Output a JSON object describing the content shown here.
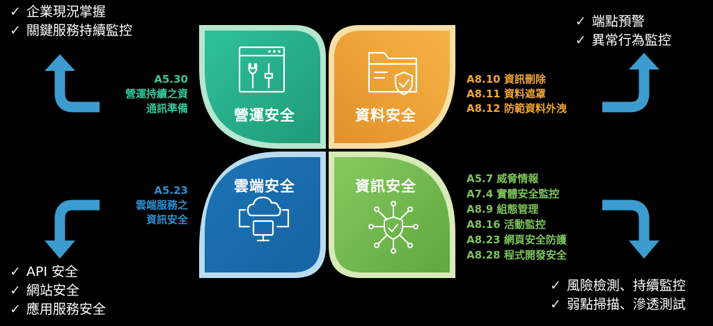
{
  "colors": {
    "background": "#000000",
    "operations": "#2bb58e",
    "data": "#f0a535",
    "cloud": "#1e7fc0",
    "info": "#7bbf57",
    "arrow": "#3d9ccf",
    "text_operations": "#33c79a",
    "text_data": "#f0a535",
    "text_cloud": "#2d8fd1",
    "text_info": "#7ec45a"
  },
  "petals": {
    "operations": {
      "label": "營運安全",
      "icon": "tools-window-icon"
    },
    "data": {
      "label": "資料安全",
      "icon": "folder-shield-icon"
    },
    "cloud": {
      "label": "雲端安全",
      "icon": "cloud-computer-icon"
    },
    "info": {
      "label": "資訊安全",
      "icon": "network-shield-icon"
    }
  },
  "refs": {
    "operations": [
      "A5.30",
      "營運持續之資",
      "通訊準備"
    ],
    "data": [
      "A8.10 資訊刪除",
      "A8.11 資料遮罩",
      "A8.12 防範資料外洩"
    ],
    "cloud": [
      "A5.23",
      "雲端服務之",
      "資訊安全"
    ],
    "info": [
      "A5.7 威脅情報",
      "A7.4 實體安全監控",
      "A8.9 組態管理",
      "A8.16 活動監控",
      "A8.23 網頁安全防護",
      "A8.28 程式開發安全"
    ]
  },
  "outcomes": {
    "top_left": [
      "企業現況掌握",
      "關鍵服務持續監控"
    ],
    "top_right": [
      "端點預警",
      "異常行為監控"
    ],
    "bottom_left": [
      "API 安全",
      "網站安全",
      "應用服務安全"
    ],
    "bottom_right": [
      "風險檢測、持續監控",
      "弱點掃描、滲透測試"
    ]
  },
  "check_glyph": "✓"
}
